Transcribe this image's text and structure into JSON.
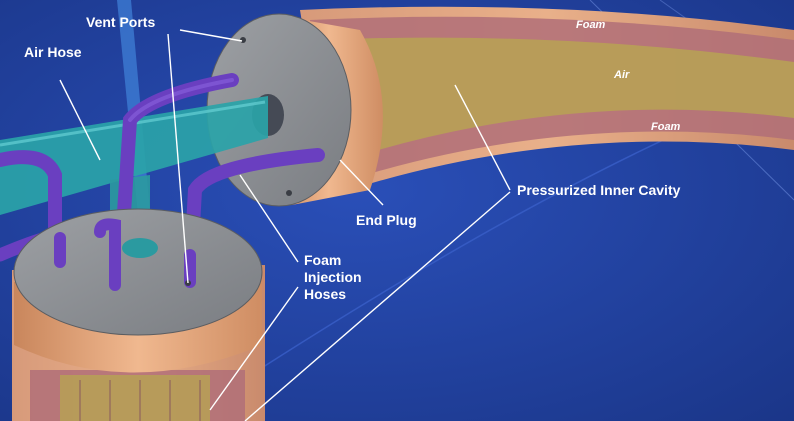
{
  "callouts": {
    "vent_ports": "Vent Ports",
    "air_hose": "Air Hose",
    "end_plug": "End Plug",
    "pressurized_inner_cavity": "Pressurized Inner Cavity",
    "foam_injection_hoses": [
      "Foam",
      "Injection",
      "Hoses"
    ]
  },
  "layer_labels": {
    "foam_outer": "Foam",
    "air": "Air",
    "foam_inner": "Foam"
  },
  "colors": {
    "background": "#1f3f9e",
    "plug_side": "#e9a77b",
    "plug_face": "#8c8f93",
    "foam_layer": "#b8727a",
    "air_layer": "#b39a55",
    "air_hose": "#2aa3a8",
    "foam_hose": "#6a3fc0",
    "leader_line": "#ffffff"
  }
}
